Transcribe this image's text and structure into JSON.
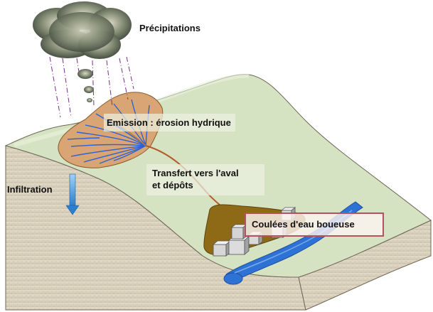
{
  "labels": {
    "precipitations": "Précipitations",
    "emission": "Emission : érosion hydrique",
    "transfert_line1": "Transfert vers l'aval",
    "transfert_line2": "et dépôts",
    "infiltration": "Infiltration",
    "coulees": "Coulées d'eau boueuse"
  },
  "colors": {
    "terrain_top": "#d5e3c3",
    "terrain_side": "#ddd6c2",
    "catchment": "#d9a574",
    "deposit": "#8e6a16",
    "river": "#2f72d6",
    "rills": "#2c63d2",
    "flow_path": "#b35a28",
    "rain_lines": "#7a2f8a",
    "infiltration_arrow": "#3b90d8",
    "callout_border": "#b5525f"
  }
}
